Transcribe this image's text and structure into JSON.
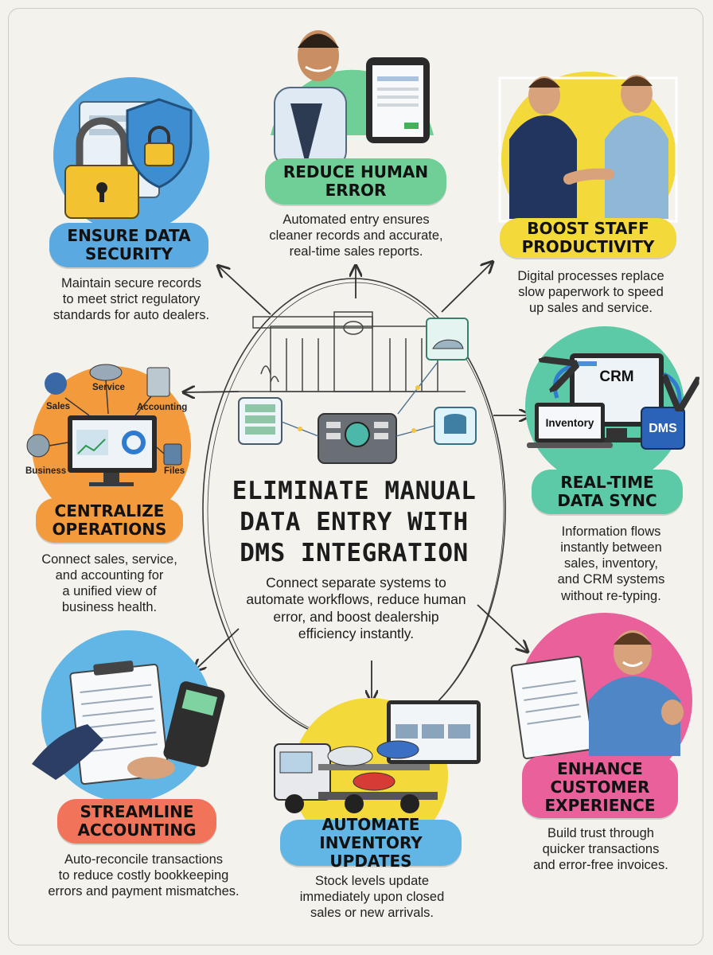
{
  "title": "ELIMINATE MANUAL\nDATA ENTRY WITH\nDMS INTEGRATION",
  "subtitle": "Connect separate systems to\nautomate workflows, reduce human\nerror, and boost dealership\nefficiency instantly.",
  "sections": {
    "data_security": {
      "heading": "ENSURE DATA\nSECURITY",
      "text": "Maintain secure records\nto meet strict regulatory\nstandards for auto dealers."
    },
    "human_error": {
      "heading": "REDUCE HUMAN\nERROR",
      "text": "Automated entry ensures\ncleaner records and accurate,\nreal-time sales reports."
    },
    "staff_productivity": {
      "heading": "BOOST STAFF\nPRODUCTIVITY",
      "text": "Digital processes replace\nslow paperwork to speed\nup sales and service."
    },
    "centralize_operations": {
      "heading": "CENTRALIZE\nOPERATIONS",
      "text": "Connect sales, service,\nand accounting for\na unified view of\nbusiness health."
    },
    "real_time_sync": {
      "heading": "REAL-TIME\nDATA SYNC",
      "text": "Information flows\ninstantly between\nsales, inventory,\nand CRM systems\nwithout re-typing."
    },
    "streamline_accounting": {
      "heading": "STREAMLINE\nACCOUNTING",
      "text": "Auto-reconcile transactions\nto reduce costly bookkeeping\nerrors and payment mismatches."
    },
    "inventory_updates": {
      "heading": "AUTOMATE\nINVENTORY UPDATES",
      "text": "Stock levels update\nimmediately upon closed\nsales or new arrivals."
    },
    "customer_experience": {
      "heading": "ENHANCE\nCUSTOMER\nEXPERIENCE",
      "text": "Build trust through\nquicker transactions\nand error-free invoices."
    }
  },
  "operations_labels": {
    "sales": "Sales",
    "service": "Service",
    "accounting": "Accounting",
    "business": "Business",
    "files": "Files"
  },
  "sync_labels": {
    "crm": "CRM",
    "inventory": "Inventory",
    "dms": "DMS"
  },
  "colors": {
    "blue": "#5aa9e0",
    "green": "#6fcf97",
    "yellow": "#f4d93a",
    "orange": "#f39a3d",
    "teal": "#5cc9a7",
    "coral": "#f0735a",
    "sky": "#62b6e6",
    "pink": "#e9609a"
  }
}
